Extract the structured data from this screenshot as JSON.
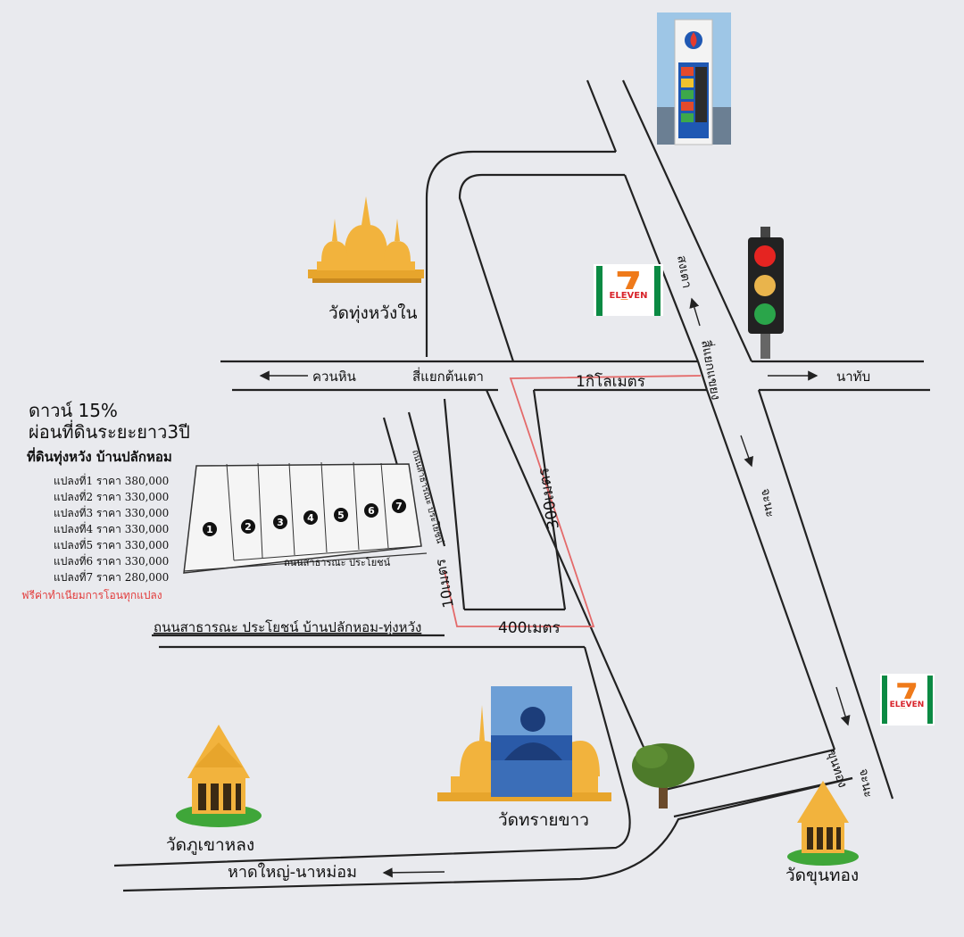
{
  "places": {
    "temple_thung_wang_nai": "วัดทุ่งหวังใน",
    "temple_phu_khao_lueng": "วัดภูเขาหลง",
    "temple_sai_khao": "วัดทรายขาว",
    "temple_khun_thong": "วัดขุนทอง"
  },
  "roads": {
    "khuan_hin": "ควนหิน",
    "si_yaek_ton_tao": "สี่แยกต้นเตา",
    "si_yaek_kaeng": "สี่แยกแขยง",
    "na_thap": "นาทับ",
    "song_tao": "สงเตา",
    "chana_1": "จะนะ",
    "chana_2": "จะนะ",
    "khun_thong": "ขุนทอง",
    "hat_yai_na_mom": "หาดใหญ่-นาหม่อม",
    "public_road_main": "ถนนสาธารณะ ประโยชน์ บ้านปลักหอม-ทุ่งหวัง",
    "public_road_plot_bottom": "ถนนสาธารณะ ประโยชน์",
    "public_road_plot_side": "ถนนสาธารณะ ประโยชน์"
  },
  "distances": {
    "one_km": "1กิโลเมตร",
    "m300": "300เมตร",
    "m400": "400เมตร",
    "m10": "10เมตร"
  },
  "brands": {
    "seven_eleven_top": "ELEVEN",
    "seven_eleven_bottom": "ELEVEN",
    "seven_number": "7"
  },
  "promo": {
    "down": "ดาวน์ 15%",
    "installment": "ผ่อนที่ดินระยะยาว3ปี",
    "location": "ที่ดินทุ่งหวัง บ้านปลักหอม",
    "plots": [
      "แปลงที่1 ราคา 380,000",
      "แปลงที่2 ราคา 330,000",
      "แปลงที่3 ราคา 330,000",
      "แปลงที่4 ราคา 330,000",
      "แปลงที่5 ราคา 330,000",
      "แปลงที่6 ราคา 330,000",
      "แปลงที่7 ราคา 280,000"
    ],
    "free_transfer": "ฟรีค่าทำเนียมการโอนทุกแปลง"
  },
  "plot_numbers": [
    "1",
    "2",
    "3",
    "4",
    "5",
    "6",
    "7"
  ],
  "colors": {
    "background": "#e9eaee",
    "road_line": "#222222",
    "route_red": "#e46a6a",
    "temple_gold": "#f2b33d",
    "seven_green": "#0b8a43",
    "seven_orange": "#ef7a1a",
    "seven_red": "#d8232a",
    "traffic_red": "#e52421",
    "traffic_yellow": "#e9b44c",
    "traffic_green": "#2aa54a",
    "promo_red": "#e23b3b"
  },
  "icons": [
    "temple-icon",
    "seven-eleven-logo",
    "traffic-light-icon",
    "gas-station-photo",
    "tree-icon",
    "buddha-statue-photo",
    "shrine-icon"
  ]
}
